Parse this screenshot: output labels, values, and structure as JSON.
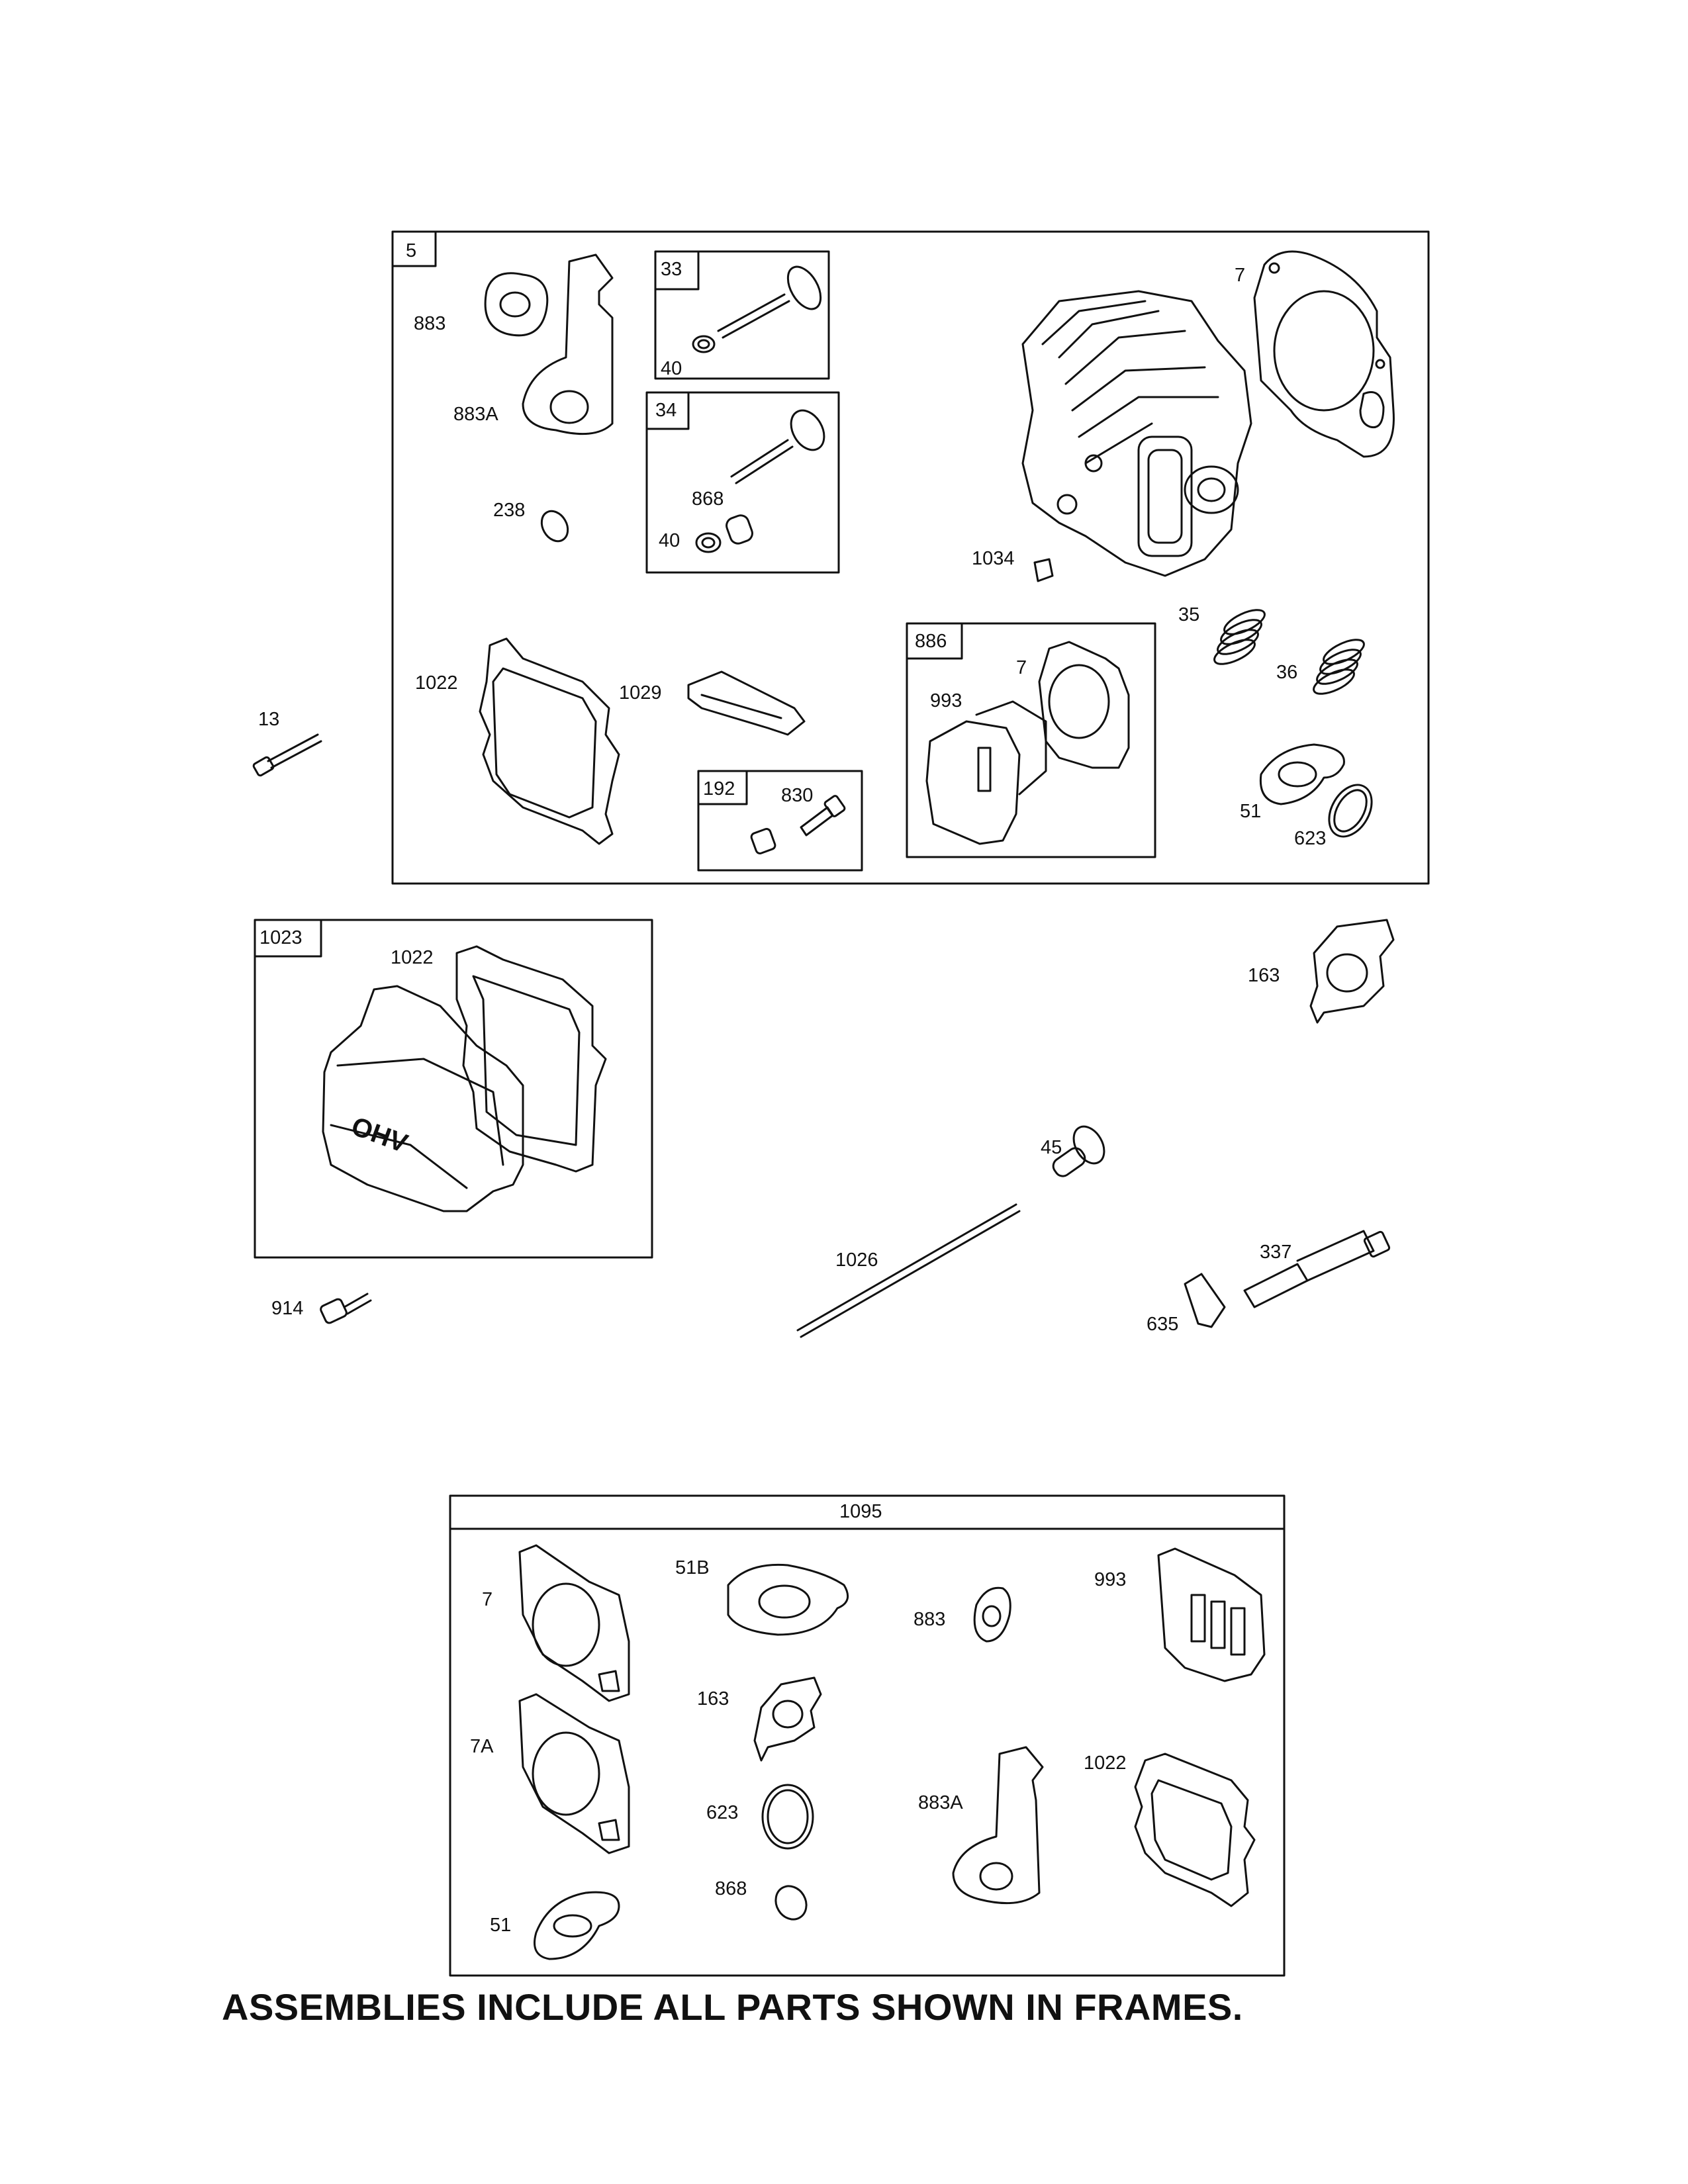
{
  "frames": {
    "head_assembly": "5",
    "exhaust_valve": "33",
    "intake_valve": "34",
    "gasket_set_886": "886",
    "rocker_set_192": "192",
    "valve_cover_assembly": "1023",
    "gasket_set_1095": "1095"
  },
  "parts": {
    "p883": "883",
    "p883a": "883A",
    "p238": "238",
    "p40_a": "40",
    "p40_b": "40",
    "p868": "868",
    "p7": "7",
    "p1034": "1034",
    "p35": "35",
    "p36": "36",
    "p1022": "1022",
    "p1029": "1029",
    "p886_7": "7",
    "p886_993": "993",
    "p830": "830",
    "p51": "51",
    "p623": "623",
    "p13": "13",
    "p1023_1022": "1022",
    "p163": "163",
    "p45": "45",
    "p1026": "1026",
    "p337": "337",
    "p635": "635",
    "p914": "914",
    "k7": "7",
    "k51b": "51B",
    "k883": "883",
    "k993": "993",
    "k163": "163",
    "k7a": "7A",
    "k1022": "1022",
    "k623": "623",
    "k883a": "883A",
    "k868": "868",
    "k51": "51"
  },
  "cover_text": "OHV",
  "footer": "ASSEMBLIES INCLUDE ALL PARTS SHOWN IN FRAMES."
}
